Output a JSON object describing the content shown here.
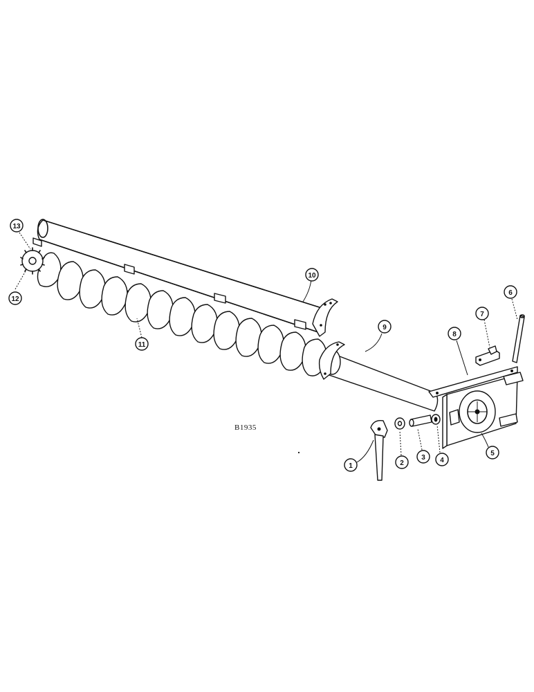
{
  "diagram": {
    "reference_code": "B1935",
    "callouts": [
      {
        "id": "1",
        "label": "1"
      },
      {
        "id": "2",
        "label": "2"
      },
      {
        "id": "3",
        "label": "3"
      },
      {
        "id": "4",
        "label": "4"
      },
      {
        "id": "5",
        "label": "5"
      },
      {
        "id": "6",
        "label": "6"
      },
      {
        "id": "7",
        "label": "7"
      },
      {
        "id": "8",
        "label": "8"
      },
      {
        "id": "9",
        "label": "9"
      },
      {
        "id": "10",
        "label": "10"
      },
      {
        "id": "11",
        "label": "11"
      },
      {
        "id": "12",
        "label": "12"
      },
      {
        "id": "13",
        "label": "13"
      }
    ]
  }
}
